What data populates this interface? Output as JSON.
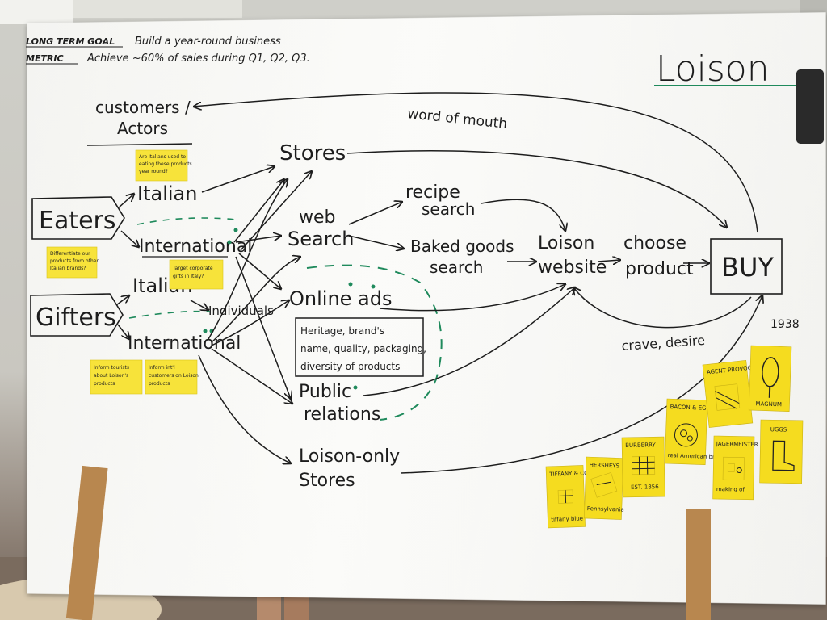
{
  "header": {
    "goal_label": "LONG TERM GOAL",
    "goal_text": "Build a year-round business",
    "metric_label": "METRIC",
    "metric_text": "Achieve ~60% of sales during Q1, Q2, Q3."
  },
  "brand_title": "Loison",
  "customers_header": [
    "customers /",
    "Actors"
  ],
  "segments": {
    "eaters": "Eaters",
    "gifters": "Gifters",
    "italian_1": "Italian",
    "international_1": "International",
    "italian_2": "Italian",
    "individuals": "Individuals",
    "international_2": "International"
  },
  "channels": {
    "stores": "Stores",
    "web_search": [
      "web",
      "Search"
    ],
    "recipe_search": [
      "recipe",
      "search"
    ],
    "baked_goods_search": [
      "Baked goods",
      "search"
    ],
    "online_ads": "Online ads",
    "ads_box": [
      "Heritage, brand's",
      "name, quality, packaging,",
      "diversity of products"
    ],
    "public_relations": [
      "Public",
      "relations"
    ],
    "loison_only_stores": [
      "Loison-only",
      "Stores"
    ]
  },
  "flow": {
    "loison_website": [
      "Loison",
      "website"
    ],
    "choose_product": [
      "choose",
      "product"
    ],
    "buy": "BUY",
    "word_of_mouth": "word of mouth",
    "crave_desire": "crave, desire",
    "year": "1938"
  },
  "stickies": [
    {
      "id": "s1",
      "lines": [
        "Are Italians used to",
        "eating these products",
        "year round?"
      ]
    },
    {
      "id": "s2",
      "lines": [
        "Differentiate our",
        "products from other",
        "Italian brands?"
      ]
    },
    {
      "id": "s3",
      "lines": [
        "Target corporate",
        "gifts in Italy?"
      ]
    },
    {
      "id": "s4",
      "lines": [
        "Inform tourists",
        "about Loison's",
        "products"
      ]
    },
    {
      "id": "s5",
      "lines": [
        "Inform int'l",
        "customers on Loison",
        "products"
      ]
    }
  ],
  "brand_stickies": [
    {
      "id": "tiffany",
      "title": "TIFFANY & CO",
      "caption": "tiffany blue",
      "icon": "gift-box-icon"
    },
    {
      "id": "hersheys",
      "title": "HERSHEYS",
      "caption": "Pennsylvania",
      "icon": "chocolate-bar-icon"
    },
    {
      "id": "burberry",
      "title": "BURBERRY",
      "caption": "EST. 1856",
      "icon": "plaid-bag-icon"
    },
    {
      "id": "bacon",
      "title": "BACON & EGGS",
      "caption": "real American breakfast",
      "icon": "plate-icon"
    },
    {
      "id": "agent",
      "title": "AGENT PROVOCATEUR",
      "caption": "",
      "icon": "striped-box-icon"
    },
    {
      "id": "magnum",
      "title": "MAGNUM",
      "caption": "",
      "icon": "ice-cream-icon"
    },
    {
      "id": "jager",
      "title": "JAGERMEISTER",
      "caption": "making of",
      "icon": "bottle-icon"
    },
    {
      "id": "uggs",
      "title": "UGGS",
      "caption": "",
      "icon": "boot-icon"
    }
  ],
  "colors": {
    "marker": "#1d1d1d",
    "green_marker": "#1f8a5c",
    "sticky": "#f7e33a",
    "board": "#f7f7f4"
  }
}
